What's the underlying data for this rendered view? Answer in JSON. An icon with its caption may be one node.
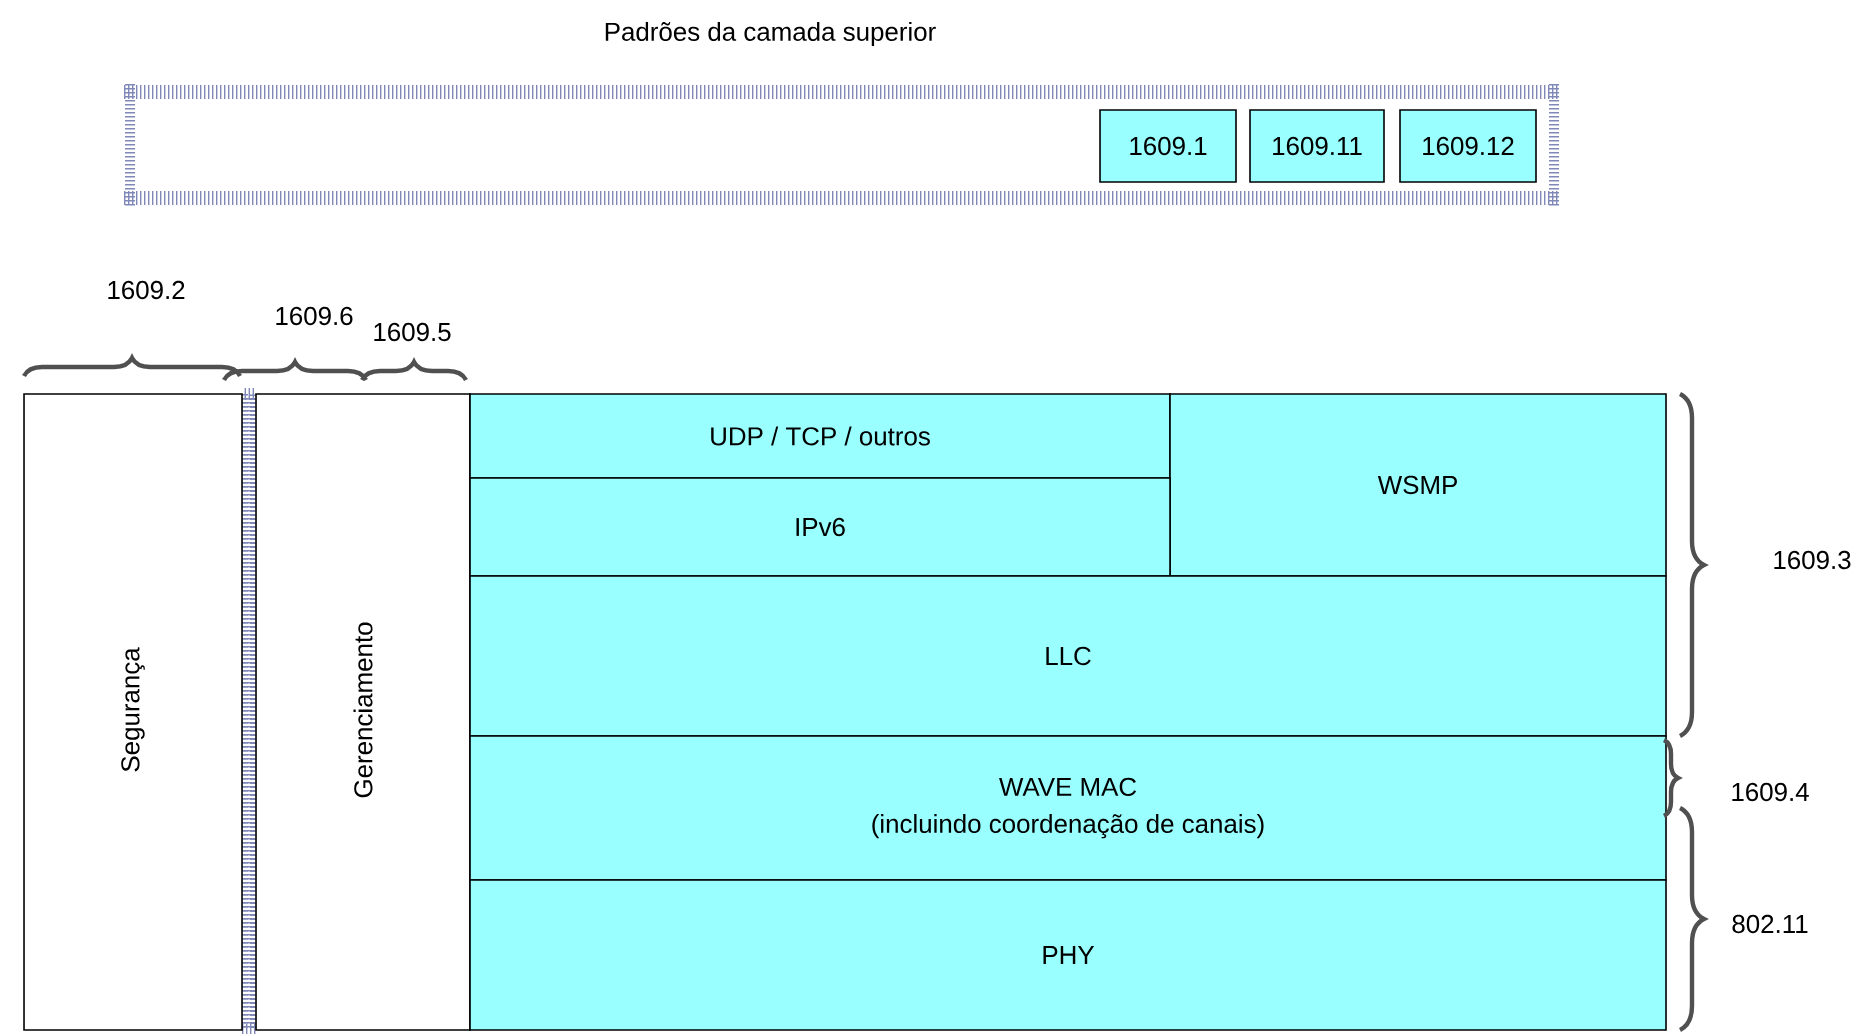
{
  "diagram": {
    "nodes": [
      {
        "text": [
          "Padrões da camada superior"
        ]
      },
      {
        "text": [
          "1609.1"
        ],
        "in": 0
      },
      {
        "text": [
          "1609.11"
        ],
        "in": 0
      },
      {
        "text": [
          "1609.12"
        ],
        "in": 0
      },
      {
        "text": [
          "Segurança"
        ]
      },
      {
        "text": [
          "Gerenciamento"
        ]
      },
      {
        "text": [
          "UDP / TCP / outros"
        ]
      },
      {
        "text": [
          "WSMP"
        ]
      },
      {
        "text": [
          "IPv6"
        ]
      },
      {
        "text": [
          "LLC"
        ]
      },
      {
        "text": [
          "WAVE MAC",
          "(incluindo coordenação de canais)"
        ]
      },
      {
        "text": [
          "PHY"
        ]
      }
    ],
    "labels": [
      "1609.2",
      "1609.6",
      "1609.5",
      "1609.3",
      "1609.4",
      "802.11"
    ]
  }
}
